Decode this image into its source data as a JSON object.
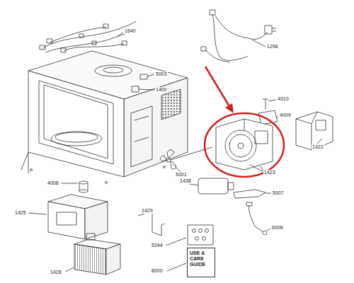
{
  "diagram": {
    "nodes": [
      {
        "text": [
          "USE & CARE GUIDE"
        ]
      }
    ],
    "labels": [
      "1640",
      "1296",
      "5003",
      "1400",
      "4010",
      "4009",
      "1422",
      "1423",
      "5001",
      "1438",
      "5007",
      "6006",
      "4008",
      "1425",
      "1429",
      "5244",
      "8000",
      "1428"
    ]
  }
}
